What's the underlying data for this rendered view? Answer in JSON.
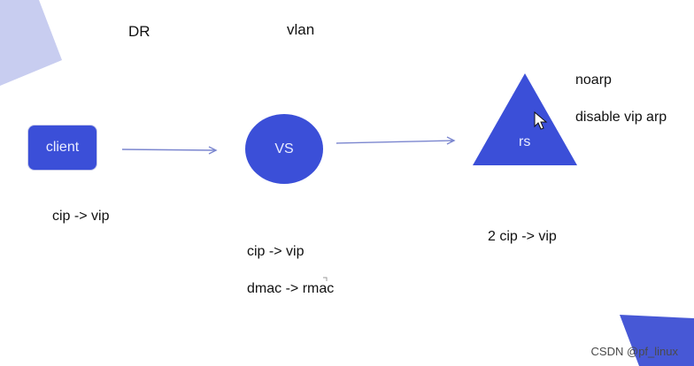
{
  "diagram": {
    "title_left": "DR",
    "title_right": "vlan",
    "nodes": {
      "client": "client",
      "vs": "VS",
      "rs": "rs"
    },
    "notes": {
      "client_flow": "cip -> vip",
      "vs_flow": "cip -> vip",
      "vs_mac": "dmac -> rmac",
      "rs_flow": "2  cip -> vip",
      "rs_noarp": "noarp",
      "rs_disable_arp": "disable vip arp"
    }
  },
  "watermark": "CSDN @pf_linux",
  "colors": {
    "node_fill": "#3b4fd8",
    "node_text": "#e9ecff",
    "arrow": "#7b86cf",
    "decor_top_left": "#c8cdf0",
    "decor_bottom_right": "#4758d6"
  }
}
